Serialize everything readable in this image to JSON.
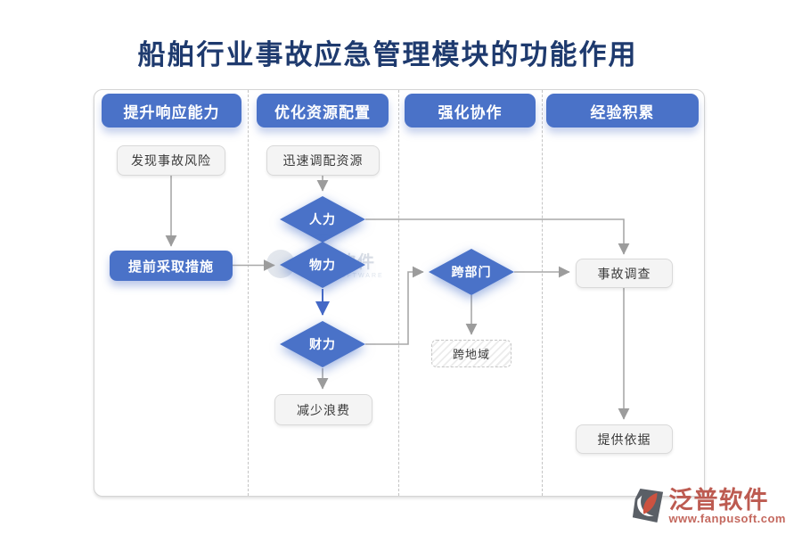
{
  "title": "船舶行业事故应急管理模块的功能作用",
  "columns": [
    {
      "header": "提升响应能力"
    },
    {
      "header": "优化资源配置"
    },
    {
      "header": "强化协作"
    },
    {
      "header": "经验积累"
    }
  ],
  "nodes": {
    "discover_risk": "发现事故风险",
    "take_measures_early": "提前采取措施",
    "rapid_resource_allocation": "迅速调配资源",
    "manpower": "人力",
    "material_power": "物力",
    "financial_power": "财力",
    "reduce_waste": "减少浪费",
    "cross_department": "跨部门",
    "cross_region": "跨地域",
    "accident_investigation": "事故调查",
    "provide_basis": "提供依据"
  },
  "watermark": {
    "brand": "泛普软件",
    "caption": "FANPU SOFTWARE"
  },
  "footer_logo": {
    "brand": "泛普软件",
    "website": "www.fanpusoft.com"
  },
  "colors": {
    "accent_blue": "#4a72c8",
    "title_navy": "#1e3a6e",
    "logo_red": "#bd5b51",
    "arrow_gray": "#a8a8a8"
  }
}
